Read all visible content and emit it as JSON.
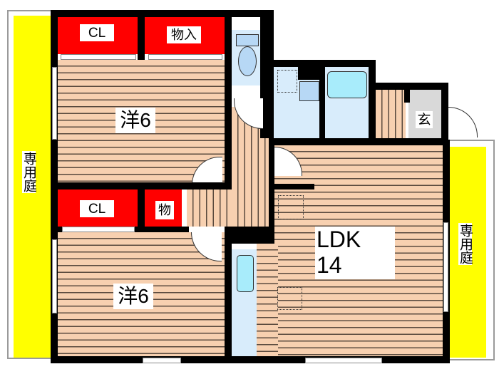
{
  "floorplan": {
    "rooms": {
      "western_room_1": {
        "label": "洋6",
        "type": "Western-style room",
        "size_jo": 6
      },
      "western_room_2": {
        "label": "洋6",
        "type": "Western-style room",
        "size_jo": 6
      },
      "ldk": {
        "label_line1": "LDK",
        "label_line2": "14",
        "type": "Living Dining Kitchen",
        "size_jo": 14
      },
      "entrance": {
        "label": "玄"
      }
    },
    "storage": {
      "closet_1": {
        "label": "CL"
      },
      "storage_1": {
        "label": "物入"
      },
      "closet_2": {
        "label": "CL"
      },
      "storage_2": {
        "label": "物"
      }
    },
    "yards": {
      "left_yard": {
        "label": "専用庭"
      },
      "right_yard": {
        "label": "専用庭"
      }
    },
    "colors": {
      "wall": "#000000",
      "floor": "#f7d0b0",
      "closet": "#ff0000",
      "yard": "#ffff00",
      "wet_area": "#d8ecfb",
      "entrance_floor": "#d9d9d9"
    }
  }
}
